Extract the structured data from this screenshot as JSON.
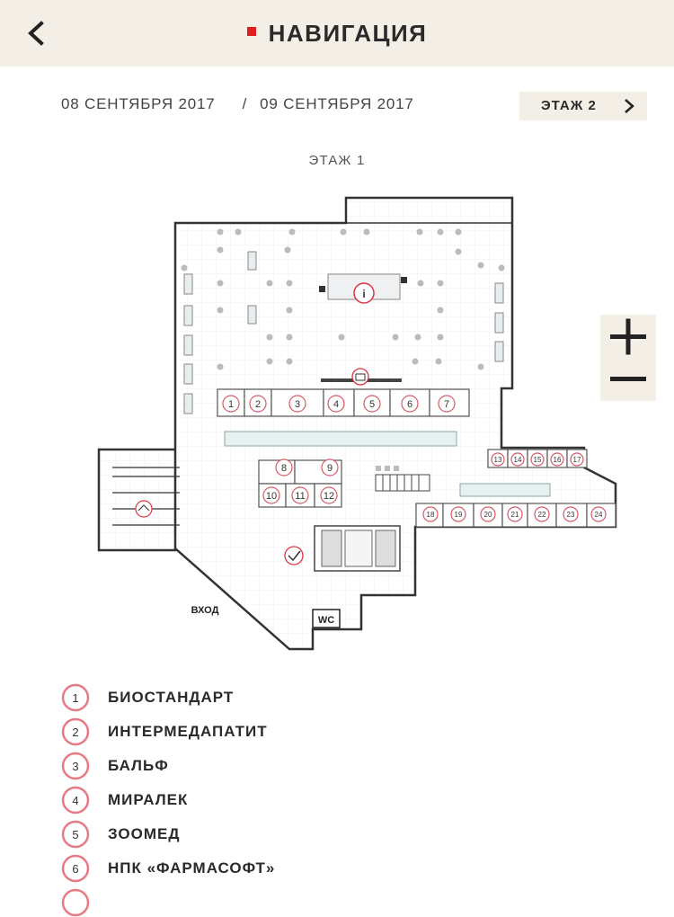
{
  "header": {
    "back_icon": "chevron-left-icon",
    "title": "НАВИГАЦИЯ",
    "accent_color": "#e02020",
    "background": "#f3efe6"
  },
  "dates": {
    "start": "08 СЕНТЯБРЯ 2017",
    "separator": "/",
    "end": "09 СЕНТЯБРЯ 2017"
  },
  "floor_switch": {
    "label": "ЭТАЖ 2",
    "icon": "chevron-right-icon"
  },
  "map": {
    "floor_title": "ЭТАЖ 1",
    "entrance_label": "ВХОД",
    "wc_label": "WC",
    "info_label": "i",
    "stands": [
      "1",
      "2",
      "3",
      "4",
      "5",
      "6",
      "7",
      "8",
      "9",
      "10",
      "11",
      "12",
      "13",
      "14",
      "15",
      "16",
      "17",
      "18",
      "19",
      "20",
      "21",
      "22",
      "23",
      "24"
    ]
  },
  "zoom": {
    "plus_icon": "plus-icon",
    "minus_icon": "minus-icon"
  },
  "legend": {
    "items": [
      {
        "num": "1",
        "label": "БИОСТАНДАРТ"
      },
      {
        "num": "2",
        "label": "ИНТЕРМЕДАПАТИТ"
      },
      {
        "num": "3",
        "label": "БАЛЬФ"
      },
      {
        "num": "4",
        "label": "МИРАЛЕК"
      },
      {
        "num": "5",
        "label": "ЗООМЕД"
      },
      {
        "num": "6",
        "label": "НПК «ФАРМАСОФТ»"
      }
    ]
  }
}
